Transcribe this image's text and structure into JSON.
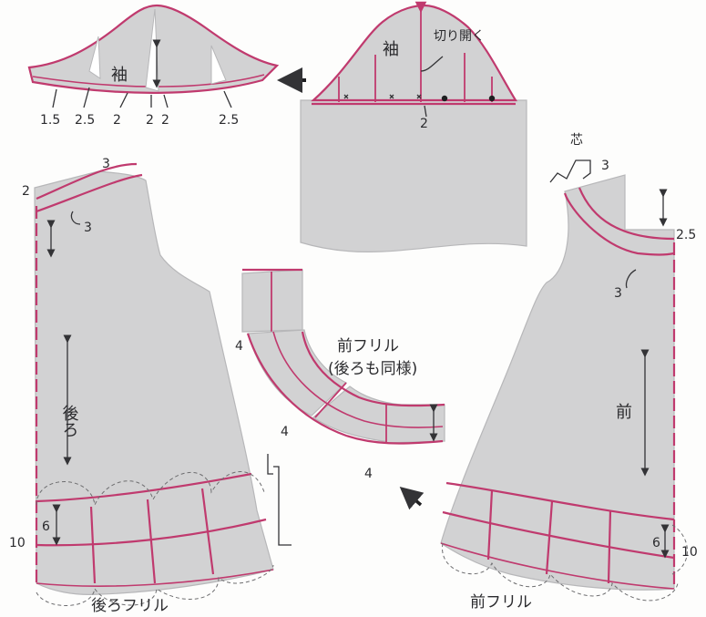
{
  "colors": {
    "accent": "#c03a6e",
    "fabric": "#d2d2d3",
    "ink": "#2b2b2e"
  },
  "sleeve": {
    "label_open": "袖",
    "label_closed": "袖",
    "cut_open_note": "切り開く",
    "measure_bottom": "2",
    "widths": [
      "1.5",
      "2.5",
      "2",
      "2",
      "2",
      "2.5"
    ]
  },
  "back": {
    "label": "後ろ",
    "neck_top": "3",
    "neck_side": "2",
    "neck_facing": "3",
    "frill_height": "6",
    "frill_width": "10",
    "frill_label": "後ろフリル"
  },
  "front": {
    "label": "前",
    "interfacing": "芯",
    "neck_top": "3",
    "neck_side": "2.5",
    "neck_facing": "3",
    "frill_height": "6",
    "frill_width": "10",
    "frill_label": "前フリル"
  },
  "neck_frill": {
    "title": "前フリル",
    "subtitle": "(後ろも同様)",
    "widths": [
      "4",
      "4",
      "4"
    ]
  }
}
